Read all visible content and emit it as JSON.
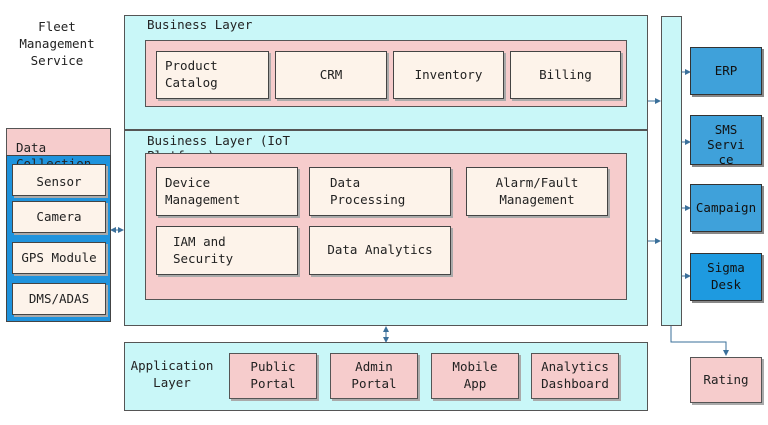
{
  "fleet_label": "Fleet\nManagement\nService",
  "business_layer": {
    "title": "Business Layer",
    "modules": [
      "Product\nCatalog",
      "CRM",
      "Inventory",
      "Billing"
    ]
  },
  "iot_layer": {
    "title": "Business Layer (IoT\nPlatform)",
    "modules": [
      "Device\nManagement",
      "Data\nProcessing",
      "Alarm/Fault\nManagement",
      "IAM and\nSecurity",
      "Data Analytics"
    ]
  },
  "data_collection": {
    "title": "Data\nCollection",
    "items": [
      "Sensor",
      "Camera",
      "GPS Module",
      "DMS/ADAS"
    ]
  },
  "application_layer": {
    "title": "Application\nLayer",
    "items": [
      "Public\nPortal",
      "Admin\nPortal",
      "Mobile\nApp",
      "Analytics\nDashboard"
    ]
  },
  "external_systems": [
    "ERP",
    "SMS\nServi\nce",
    "Campaign",
    "Sigma\nDesk",
    "Rating"
  ],
  "colors": {
    "layer": "#c9f7f8",
    "group": "#f6cccc",
    "module": "#fdf3ea",
    "external": "#3fa1da",
    "connector": "#3a6f9a"
  }
}
